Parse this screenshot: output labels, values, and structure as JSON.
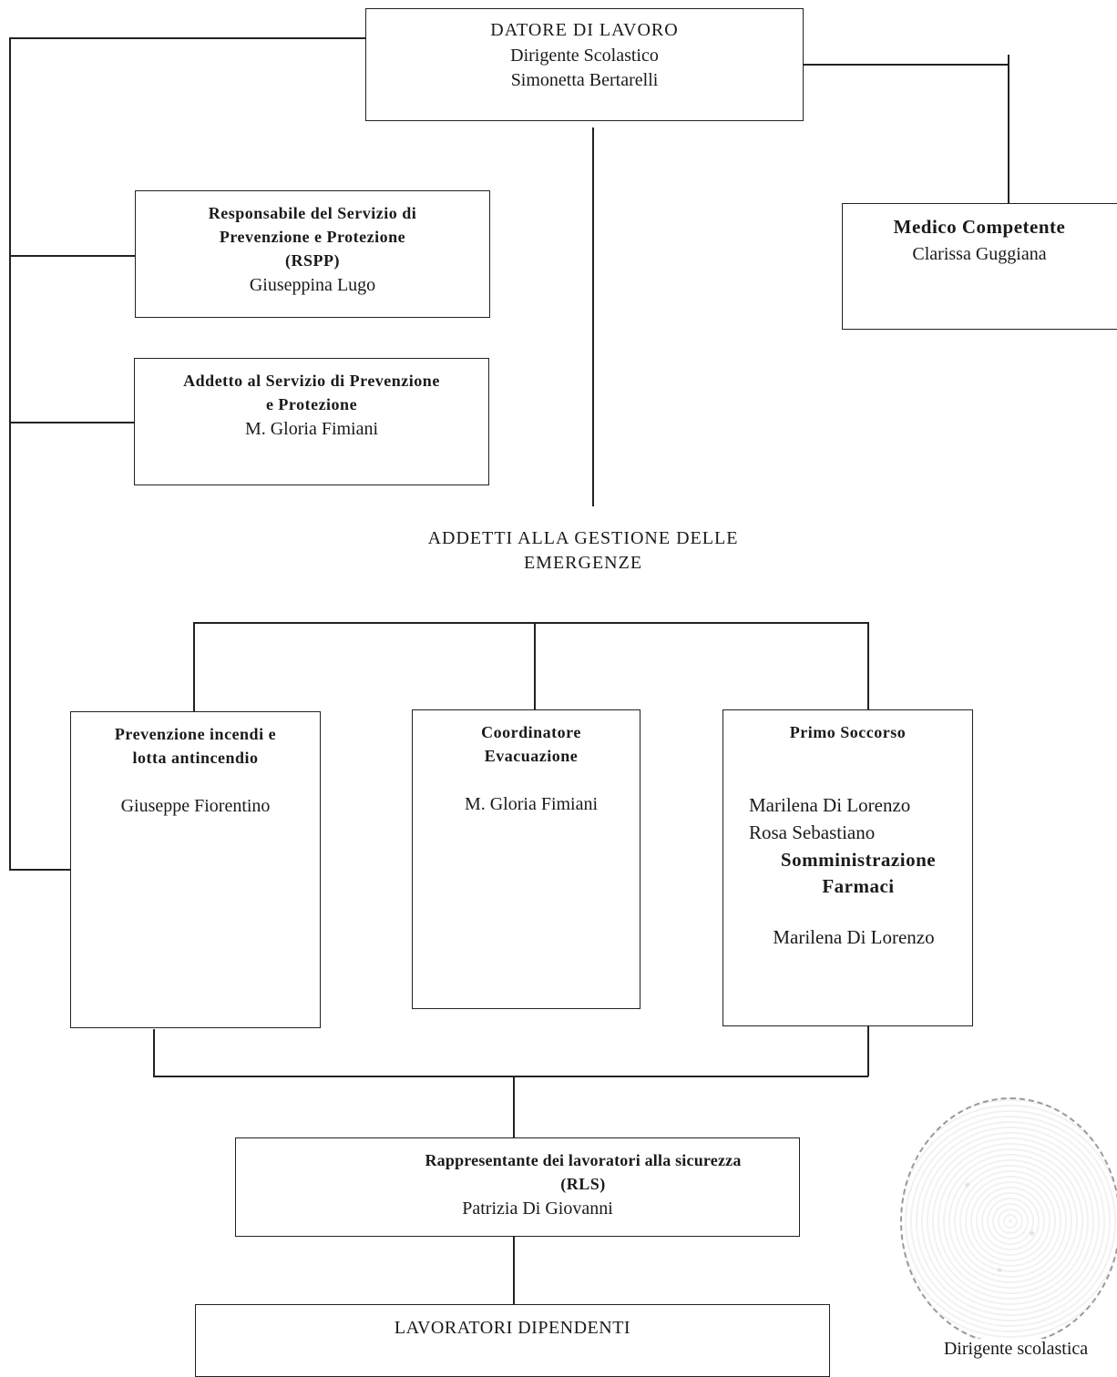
{
  "datore": {
    "title": "DATORE DI LAVORO",
    "role": "Dirigente Scolastico",
    "name": "Simonetta Bertarelli"
  },
  "medico": {
    "title": "Medico Competente",
    "name": "Clarissa Guggiana"
  },
  "rspp": {
    "line1": "Responsabile del Servizio di",
    "line2": "Prevenzione e Protezione",
    "abbr": "(RSPP)",
    "name": "Giuseppina Lugo"
  },
  "aspp": {
    "line1": "Addetto al Servizio di Prevenzione",
    "line2": "e Protezione",
    "name": "M. Gloria Fimiani"
  },
  "emergenze": {
    "line1": "ADDETTI ALLA GESTIONE DELLE",
    "line2": "EMERGENZE"
  },
  "incendi": {
    "line1": "Prevenzione incendi e",
    "line2": "lotta antincendio",
    "name": "Giuseppe Fiorentino"
  },
  "evacuazione": {
    "line1": "Coordinatore",
    "line2": "Evacuazione",
    "name": "M. Gloria Fimiani"
  },
  "soccorso": {
    "title": "Primo Soccorso",
    "name1": "Marilena Di Lorenzo",
    "name2": "Rosa Sebastiano",
    "sub1": "Somministrazione",
    "sub2": "Farmaci",
    "name3": "Marilena Di Lorenzo"
  },
  "rls": {
    "line1": "Rappresentante dei lavoratori alla sicurezza",
    "abbr": "(RLS)",
    "name": "Patrizia Di Giovanni"
  },
  "lavoratori": {
    "title": "LAVORATORI DIPENDENTI"
  },
  "signature": {
    "label": "Dirigente scolastica"
  }
}
